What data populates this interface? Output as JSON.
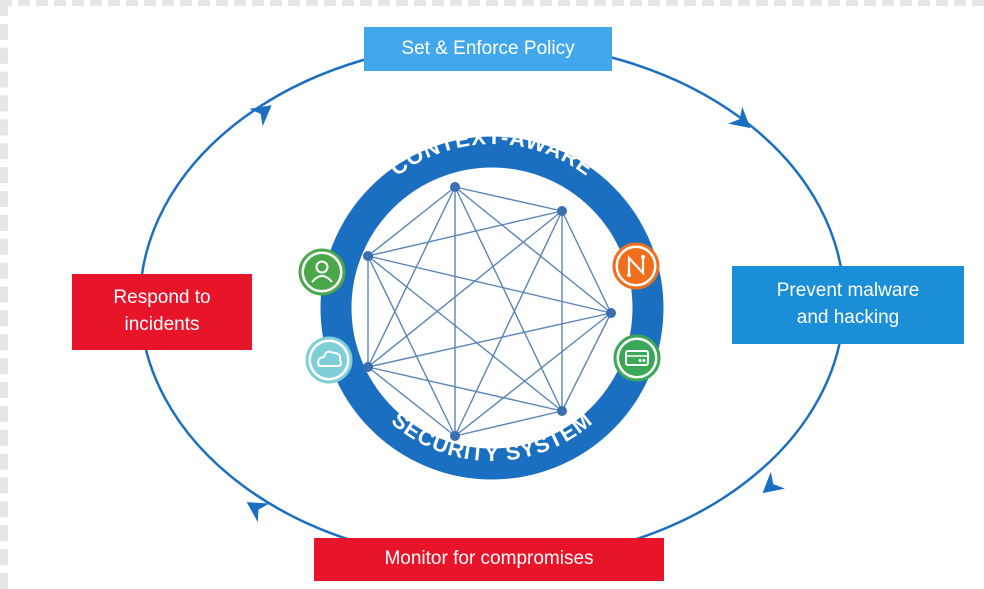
{
  "colors": {
    "cycle_line": "#1a6fc0",
    "ring": "#1a6fc0",
    "network_line": "#5a85b8",
    "node": "#3b6fb0",
    "policy_box": "#43a7ec",
    "prevent_box": "#1b8ed8",
    "alert_box": "#e8142a",
    "user_icon": "#4aa84a",
    "cloud_icon": "#7fcfd9",
    "network_icon": "#f06e1c",
    "device_icon": "#3aa856"
  },
  "ring": {
    "top_label": "CONTEXT-AWARE",
    "bottom_label": "SECURITY SYSTEM"
  },
  "stages": {
    "policy": "Set & Enforce Policy",
    "prevent": "Prevent malware\nand hacking",
    "monitor": "Monitor for compromises",
    "respond": "Respond to\nincidents"
  },
  "icons": {
    "user": "user-icon",
    "cloud": "cloud-icon",
    "network": "network-node-icon",
    "device": "device-icon"
  }
}
